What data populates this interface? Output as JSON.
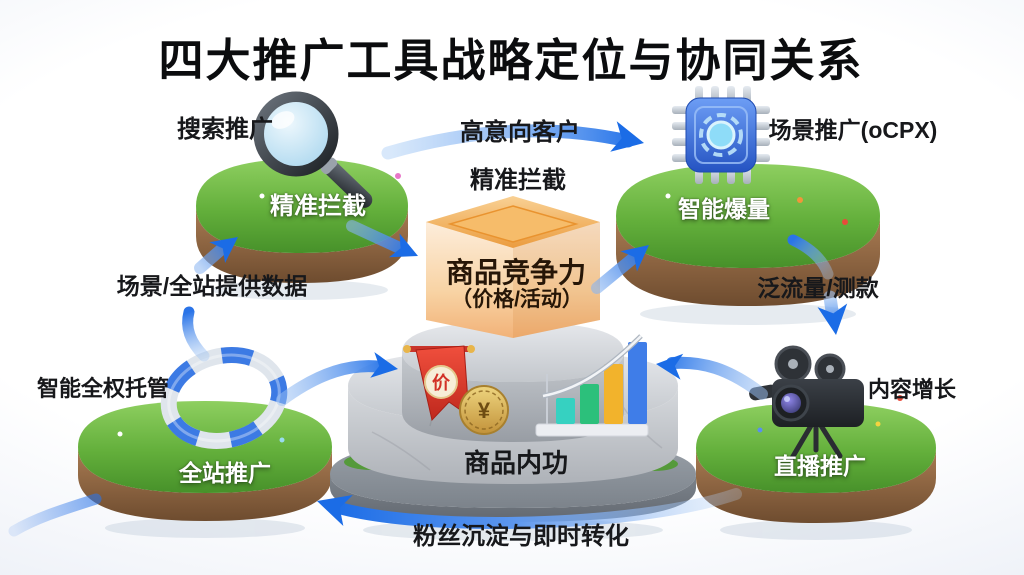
{
  "title": "四大推广工具战略定位与协同关系",
  "nodes": {
    "search": {
      "name": "搜索推广",
      "tag": "精准拦截"
    },
    "scene": {
      "name": "场景推广(oCPX)",
      "tag": "智能爆量"
    },
    "fullsite": {
      "name": "全站推广",
      "descriptor": "智能全权托管"
    },
    "live": {
      "name": "直播推广",
      "descriptor": "内容增长"
    }
  },
  "edges": {
    "search_to_scene_line1": "高意向客户",
    "search_to_scene_line2": "精准拦截",
    "fullsite_to_search": "场景/全站提供数据",
    "scene_to_live": "泛流量/测款",
    "live_to_fullsite": "粉丝沉淀与即时转化"
  },
  "center": {
    "cube_title": "商品竞争力",
    "cube_subtitle": "（价格/活动）",
    "base_label": "商品内功",
    "price_badge": "价",
    "coin_symbol": "¥"
  },
  "colors": {
    "arrow_blue": "#1b6ce6",
    "grass_green": "#55a433",
    "soil_brown": "#8a6242",
    "cube_orange": "#f2b67e",
    "stone_gray": "#c6c9ce",
    "banner_red": "#e03a2e",
    "coin_gold": "#d9b35c",
    "bar_teal": "#36d1c1",
    "bar_green": "#2cc07b",
    "bar_yellow": "#f2b32c",
    "bar_blue": "#3f7de8"
  }
}
